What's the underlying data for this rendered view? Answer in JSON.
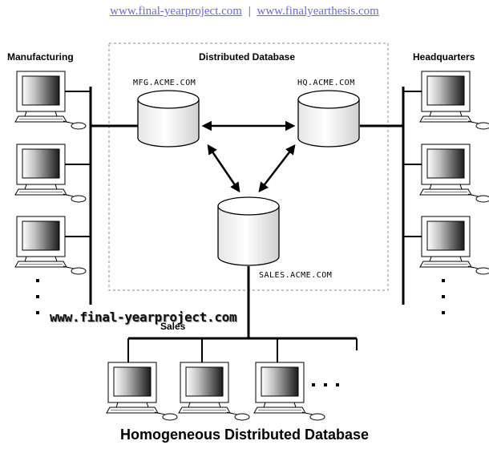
{
  "header": {
    "link1": "www.final-yearproject.com",
    "separator": "|",
    "link2": "www.finalyearthesis.com"
  },
  "labels": {
    "manufacturing": "Manufacturing",
    "distributed_database": "Distributed Database",
    "headquarters": "Headquarters",
    "sales": "Sales"
  },
  "databases": {
    "mfg": "MFG.ACME.COM",
    "hq": "HQ.ACME.COM",
    "sales": "SALES.ACME.COM"
  },
  "watermark": "www.final-yearproject.com",
  "caption": "Homogeneous Distributed Database",
  "icons": {
    "database": "database-cylinder-icon",
    "computer": "computer-workstation-icon"
  }
}
